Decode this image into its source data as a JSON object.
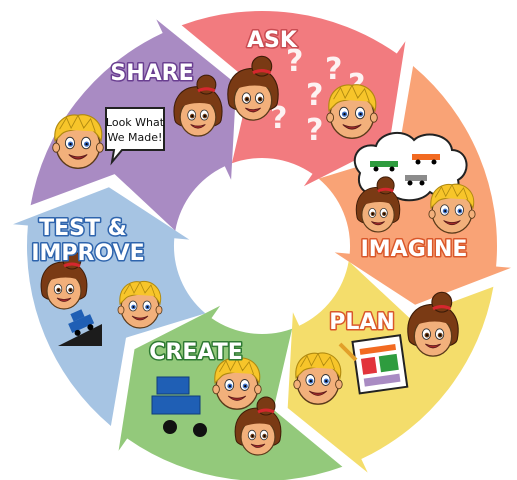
{
  "steps": [
    {
      "id": "ask",
      "label": "ASK",
      "color": "#f27b7f",
      "text_color": "#ffffff",
      "stroke": "#c94c52"
    },
    {
      "id": "imagine",
      "label": "IMAGINE",
      "color": "#f9a376",
      "text_color": "#ffffff",
      "stroke": "#d9572a"
    },
    {
      "id": "plan",
      "label": "PLAN",
      "color": "#f4dd6b",
      "text_color": "#ffffff",
      "stroke": "#d9572a"
    },
    {
      "id": "create",
      "label": "CREATE",
      "color": "#93c97b",
      "text_color": "#ffffff",
      "stroke": "#2f7a33"
    },
    {
      "id": "test",
      "label": "TEST &",
      "label2": "IMPROVE",
      "color": "#a6c4e3",
      "text_color": "#ffffff",
      "stroke": "#2e64ad"
    },
    {
      "id": "share",
      "label": "SHARE",
      "color": "#a98bc3",
      "text_color": "#ffffff",
      "stroke": "#6a3f91"
    }
  ],
  "speech_bubble": {
    "line1": "Look What",
    "line2": "We Made!"
  },
  "question_marks": [
    "?",
    "?",
    "?",
    "?",
    "?",
    "?"
  ],
  "colors": {
    "skin": "#f2b07b",
    "boy_hair": "#f7c52a",
    "girl_hair": "#7a3a14",
    "hair_tie": "#d6272e",
    "block_blue": "#1f5fb5",
    "train_green": "#2e9c3e",
    "train_orange": "#f26a21",
    "train_gray": "#8c8c8c"
  }
}
